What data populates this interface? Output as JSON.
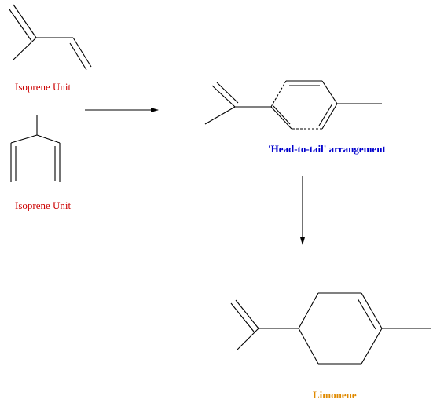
{
  "labels": {
    "isoprene_top": "Isoprene Unit",
    "isoprene_bottom": "Isoprene Unit",
    "head_to_tail": "'Head-to-tail' arrangement",
    "product": "Limonene"
  },
  "colors": {
    "isoprene_label": "#cc0000",
    "arrangement_label": "#0000cc",
    "product_label": "#e08a00",
    "bonds": "#000000"
  }
}
